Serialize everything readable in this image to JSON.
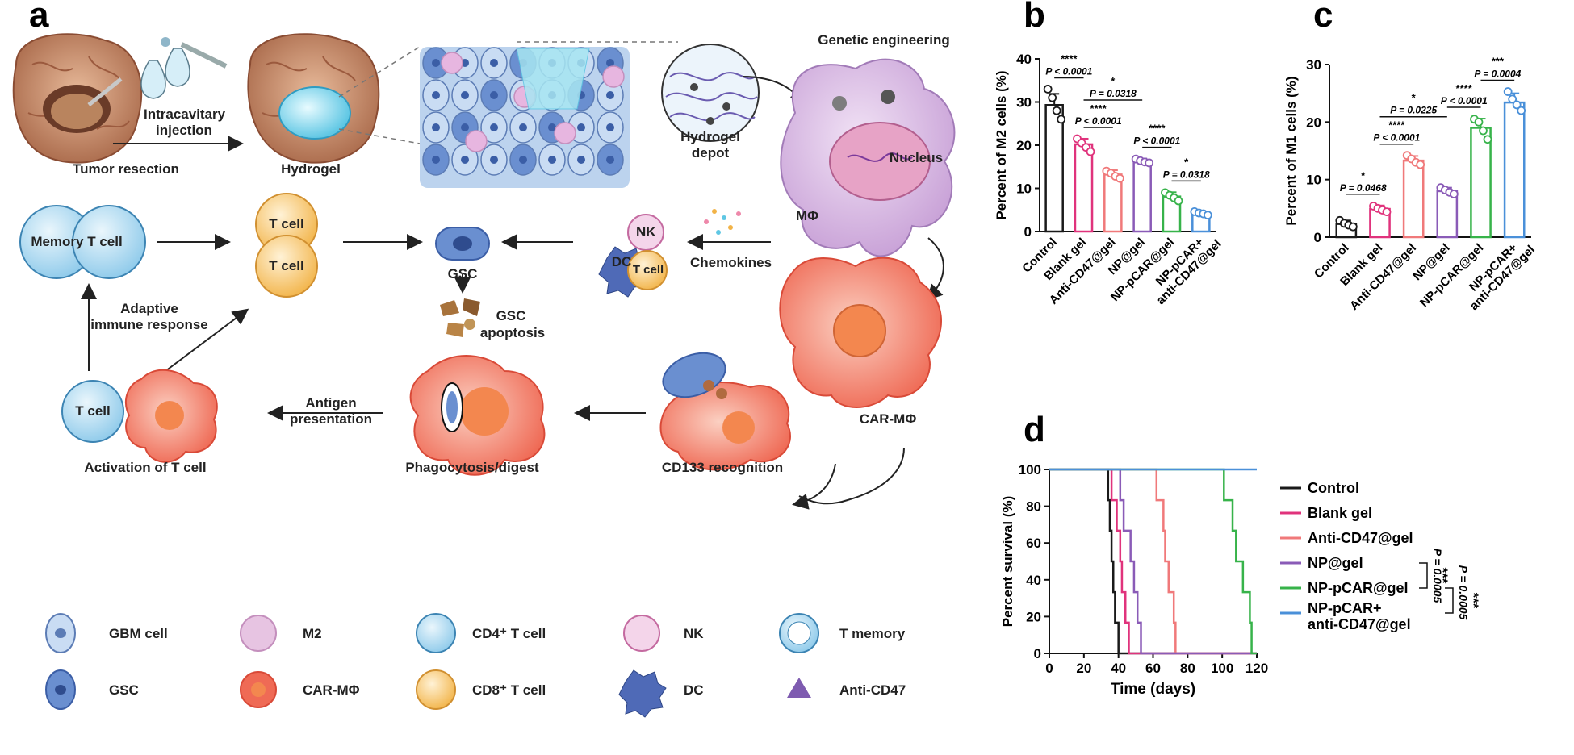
{
  "panels": {
    "a": "a",
    "b": "b",
    "c": "c",
    "d": "d"
  },
  "diagram": {
    "tumor_resection": "Tumor resection",
    "intracavitary": "Intracavitary",
    "injection": "injection",
    "hydrogel": "Hydrogel",
    "hydrogel_depot_1": "Hydrogel",
    "hydrogel_depot_2": "depot",
    "genetic_engineering": "Genetic engineering",
    "nucleus": "Nucleus",
    "macrophage": "MΦ",
    "memory_t_cell": "Memory T cell",
    "t_cell_1": "T cell",
    "t_cell_2": "T cell",
    "gsc": "GSC",
    "nk": "NK",
    "dc": "DC",
    "t_cell_dc": "T cell",
    "chemokines": "Chemokines",
    "gsc_apoptosis_1": "GSC",
    "gsc_apoptosis_2": "apoptosis",
    "car_macrophage": "CAR-MΦ",
    "adaptive_1": "Adaptive",
    "adaptive_2": "immune response",
    "t_cell_activation": "T cell",
    "antigen_1": "Antigen",
    "antigen_2": "presentation",
    "activation_caption": "Activation of T cell",
    "phagocytosis_caption": "Phagocytosis/digest",
    "cd133_caption": "CD133 recognition",
    "legend": {
      "gbm": "GBM cell",
      "m2": "M2",
      "cd4": "CD4⁺ T cell",
      "nk": "NK",
      "tmem": "T memory",
      "gsc": "GSC",
      "carm": "CAR-MΦ",
      "cd8": "CD8⁺ T cell",
      "dc": "DC",
      "anti": "Anti-CD47"
    }
  },
  "chart_data": [
    {
      "type": "bar",
      "panel": "b",
      "ylabel": "Percent of M2 cells (%)",
      "ylim": [
        0,
        40
      ],
      "yticks": [
        0,
        10,
        20,
        30,
        40
      ],
      "categories": [
        "Control",
        "Blank gel",
        "Anti-CD47@gel",
        "NP@gel",
        "NP-pCAR@gel",
        "NP-pCAR+ anti-CD47@gel"
      ],
      "values": [
        29.3,
        20.2,
        13.2,
        16.3,
        8.1,
        4.2
      ],
      "errors": [
        2.6,
        1.3,
        1.0,
        0.6,
        1.0,
        0.4
      ],
      "points": [
        [
          33,
          31,
          28,
          26
        ],
        [
          21.5,
          20.5,
          19.5,
          18.5
        ],
        [
          14,
          13.5,
          12.8,
          12.3
        ],
        [
          16.8,
          16.4,
          16.1,
          15.9
        ],
        [
          9,
          8.4,
          7.8,
          7.1
        ],
        [
          4.6,
          4.3,
          4.1,
          3.8
        ]
      ],
      "colors": [
        "#1a1a1a",
        "#e0337c",
        "#f0797a",
        "#8a5bb7",
        "#37b34a",
        "#4a90d9"
      ],
      "annotations": [
        {
          "from": 0,
          "to": 1,
          "stars": "****",
          "p": "P < 0.0001"
        },
        {
          "from": 1,
          "to": 3,
          "stars": "*",
          "p": "P = 0.0318"
        },
        {
          "from": 1,
          "to": 2,
          "stars": "****",
          "p": "P < 0.0001"
        },
        {
          "from": 3,
          "to": 4,
          "stars": "****",
          "p": "P < 0.0001"
        },
        {
          "from": 4,
          "to": 5,
          "stars": "*",
          "p": "P = 0.0318"
        }
      ]
    },
    {
      "type": "bar",
      "panel": "c",
      "ylabel": "Percent of M1 cells (%)",
      "ylim": [
        0,
        30
      ],
      "yticks": [
        0,
        10,
        20,
        30
      ],
      "categories": [
        "Control",
        "Blank gel",
        "Anti-CD47@gel",
        "NP@gel",
        "NP-pCAR@gel",
        "NP-pCAR+ anti-CD47@gel"
      ],
      "values": [
        2.3,
        4.9,
        13.3,
        8.0,
        19.0,
        23.4
      ],
      "errors": [
        0.6,
        0.6,
        0.8,
        0.6,
        1.6,
        1.6
      ],
      "points": [
        [
          2.9,
          2.4,
          2.1,
          1.8
        ],
        [
          5.4,
          5.0,
          4.7,
          4.4
        ],
        [
          14.2,
          13.6,
          13.0,
          12.6
        ],
        [
          8.6,
          8.2,
          7.8,
          7.5
        ],
        [
          20.5,
          20.0,
          18.5,
          17.0
        ],
        [
          25.3,
          24.0,
          23.0,
          22.0
        ]
      ],
      "colors": [
        "#1a1a1a",
        "#e0337c",
        "#f0797a",
        "#8a5bb7",
        "#37b34a",
        "#4a90d9"
      ],
      "annotations": [
        {
          "from": 0,
          "to": 1,
          "stars": "*",
          "p": "P = 0.0468"
        },
        {
          "from": 1,
          "to": 3,
          "stars": "*",
          "p": "P = 0.0225"
        },
        {
          "from": 1,
          "to": 2,
          "stars": "****",
          "p": "P < 0.0001"
        },
        {
          "from": 3,
          "to": 4,
          "stars": "****",
          "p": "P < 0.0001"
        },
        {
          "from": 4,
          "to": 5,
          "stars": "***",
          "p": "P = 0.0004"
        }
      ]
    },
    {
      "type": "line",
      "panel": "d",
      "xlabel": "Time (days)",
      "ylabel": "Percent survival (%)",
      "xlim": [
        0,
        120
      ],
      "ylim": [
        0,
        100
      ],
      "xticks": [
        0,
        20,
        40,
        60,
        80,
        100,
        120
      ],
      "yticks": [
        0,
        20,
        40,
        60,
        80,
        100
      ],
      "series": [
        {
          "name": "Control",
          "color": "#1a1a1a",
          "events": [
            [
              34,
              83.3
            ],
            [
              35,
              66.7
            ],
            [
              36,
              50
            ],
            [
              37,
              33.3
            ],
            [
              38,
              16.7
            ],
            [
              40,
              0
            ]
          ]
        },
        {
          "name": "Blank gel",
          "color": "#e0337c",
          "events": [
            [
              36,
              83.3
            ],
            [
              39,
              66.7
            ],
            [
              41,
              50
            ],
            [
              42,
              33.3
            ],
            [
              44,
              16.7
            ],
            [
              46,
              0
            ]
          ]
        },
        {
          "name": "Anti-CD47@gel",
          "color": "#f0797a",
          "events": [
            [
              62,
              83.3
            ],
            [
              66,
              66.7
            ],
            [
              67,
              50
            ],
            [
              69,
              33.3
            ],
            [
              72,
              16.7
            ],
            [
              73,
              0
            ]
          ]
        },
        {
          "name": "NP@gel",
          "color": "#8a5bb7",
          "events": [
            [
              41,
              83.3
            ],
            [
              43,
              66.7
            ],
            [
              47,
              50
            ],
            [
              49,
              33.3
            ],
            [
              51,
              16.7
            ],
            [
              53,
              0
            ]
          ]
        },
        {
          "name": "NP-pCAR@gel",
          "color": "#37b34a",
          "events": [
            [
              101,
              83.3
            ],
            [
              106,
              66.7
            ],
            [
              108,
              50
            ],
            [
              112,
              33.3
            ],
            [
              116,
              16.7
            ],
            [
              117,
              0
            ]
          ]
        },
        {
          "name": "NP-pCAR+ anti-CD47@gel",
          "color": "#4a90d9",
          "events": []
        }
      ],
      "legend_labels": [
        "Control",
        "Blank  gel",
        "Anti-CD47@gel",
        "NP@gel",
        "NP-pCAR@gel",
        "NP-pCAR+",
        "anti-CD47@gel"
      ],
      "significance": [
        {
          "stars": "***",
          "p": "P = 0.0005"
        },
        {
          "stars": "***",
          "p": "P = 0.0005"
        }
      ]
    }
  ]
}
